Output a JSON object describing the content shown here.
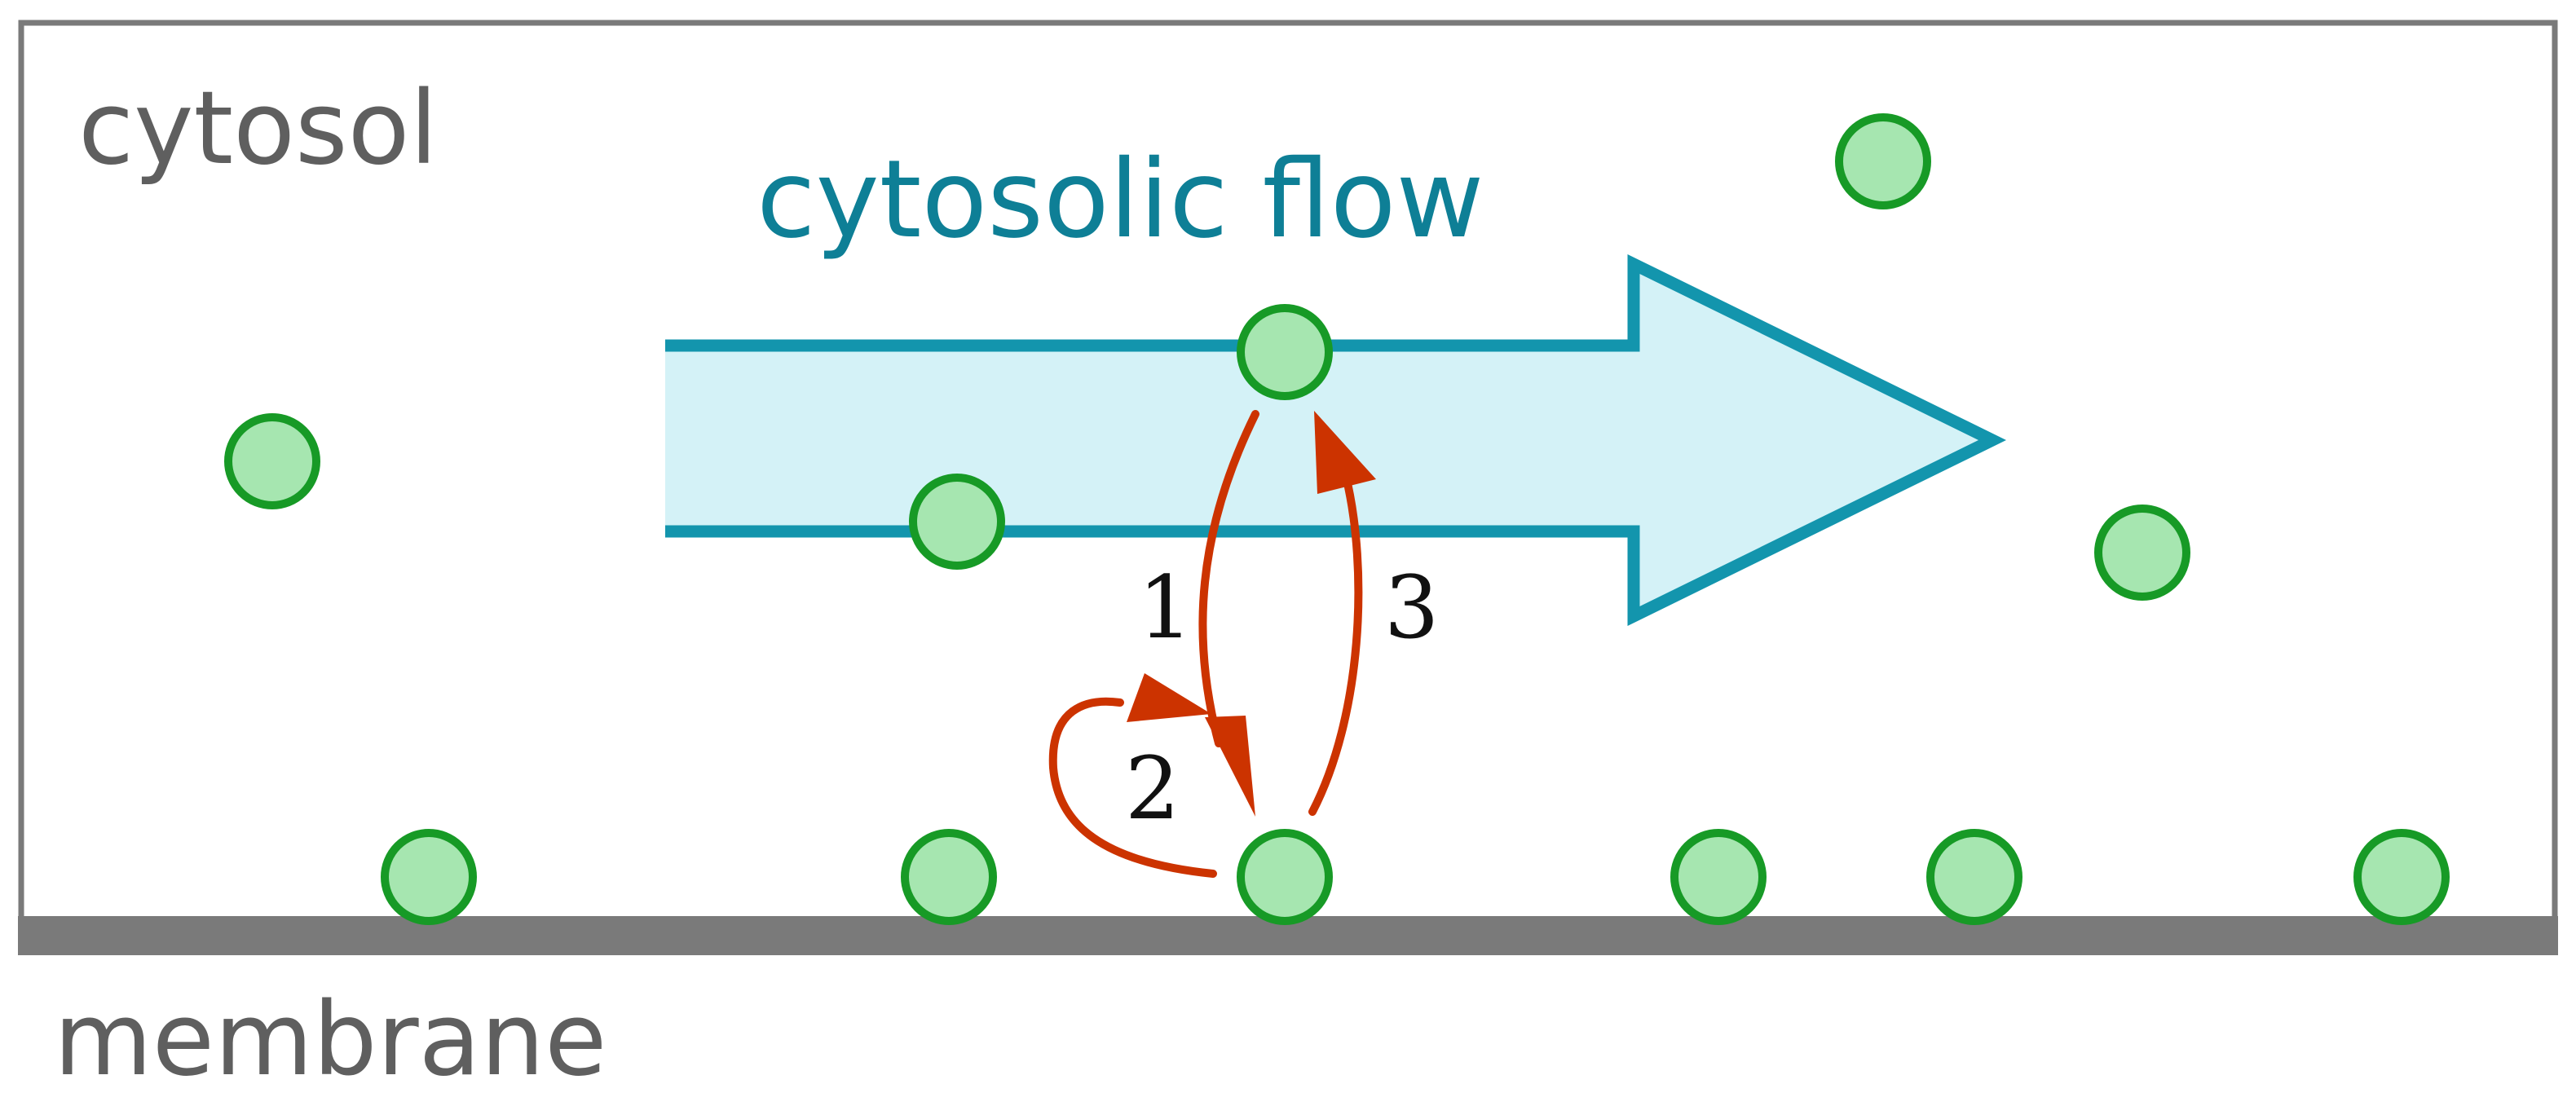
{
  "labels": {
    "cytosol": "cytosol",
    "membrane": "membrane",
    "flow": "cytosolic flow"
  },
  "steps": [
    {
      "id": "1",
      "label": "1"
    },
    {
      "id": "2",
      "label": "2"
    },
    {
      "id": "3",
      "label": "3"
    }
  ],
  "colors": {
    "border": "#7a7a7a",
    "membrane": "#7a7a7a",
    "arrow_fill": "#d4f2f7",
    "arrow_stroke": "#1395ad",
    "flow_text": "#0e7f96",
    "particle_fill": "#a6e6b0",
    "particle_stroke": "#179a26",
    "transition": "#cc3300",
    "region_text": "#5f5f5f",
    "step_text": "#111111"
  }
}
